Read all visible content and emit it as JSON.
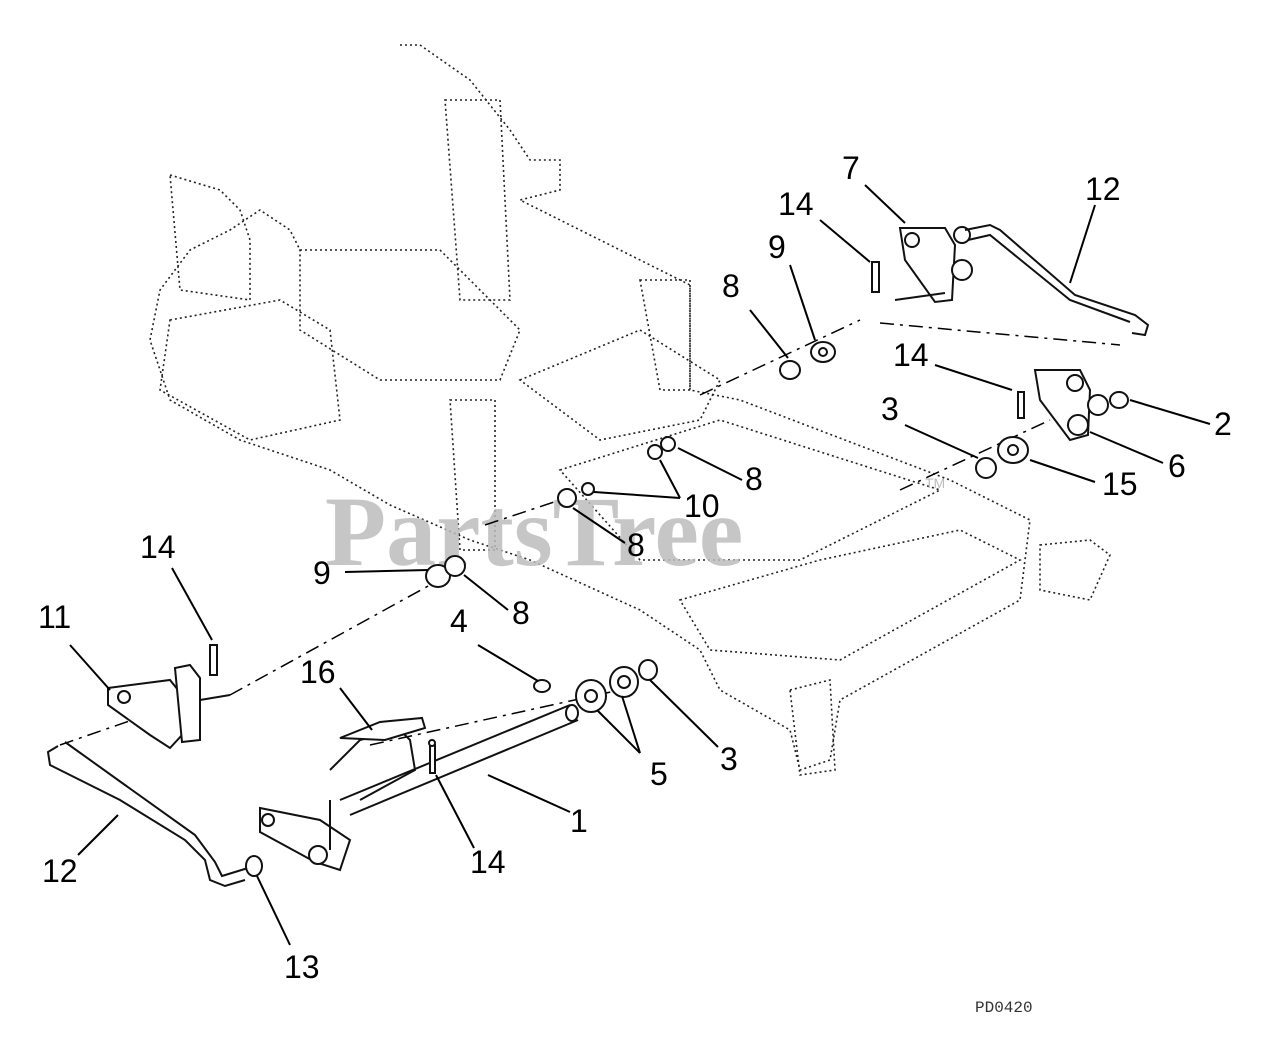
{
  "watermark": "PartsTree",
  "watermark_tm": "TM",
  "drawing_code": "PD0420",
  "callouts": [
    "7",
    "12",
    "14",
    "9",
    "8",
    "14",
    "2",
    "3",
    "6",
    "15",
    "8",
    "10",
    "8",
    "9",
    "8",
    "14",
    "11",
    "4",
    "16",
    "3",
    "5",
    "1",
    "14",
    "12",
    "13"
  ]
}
